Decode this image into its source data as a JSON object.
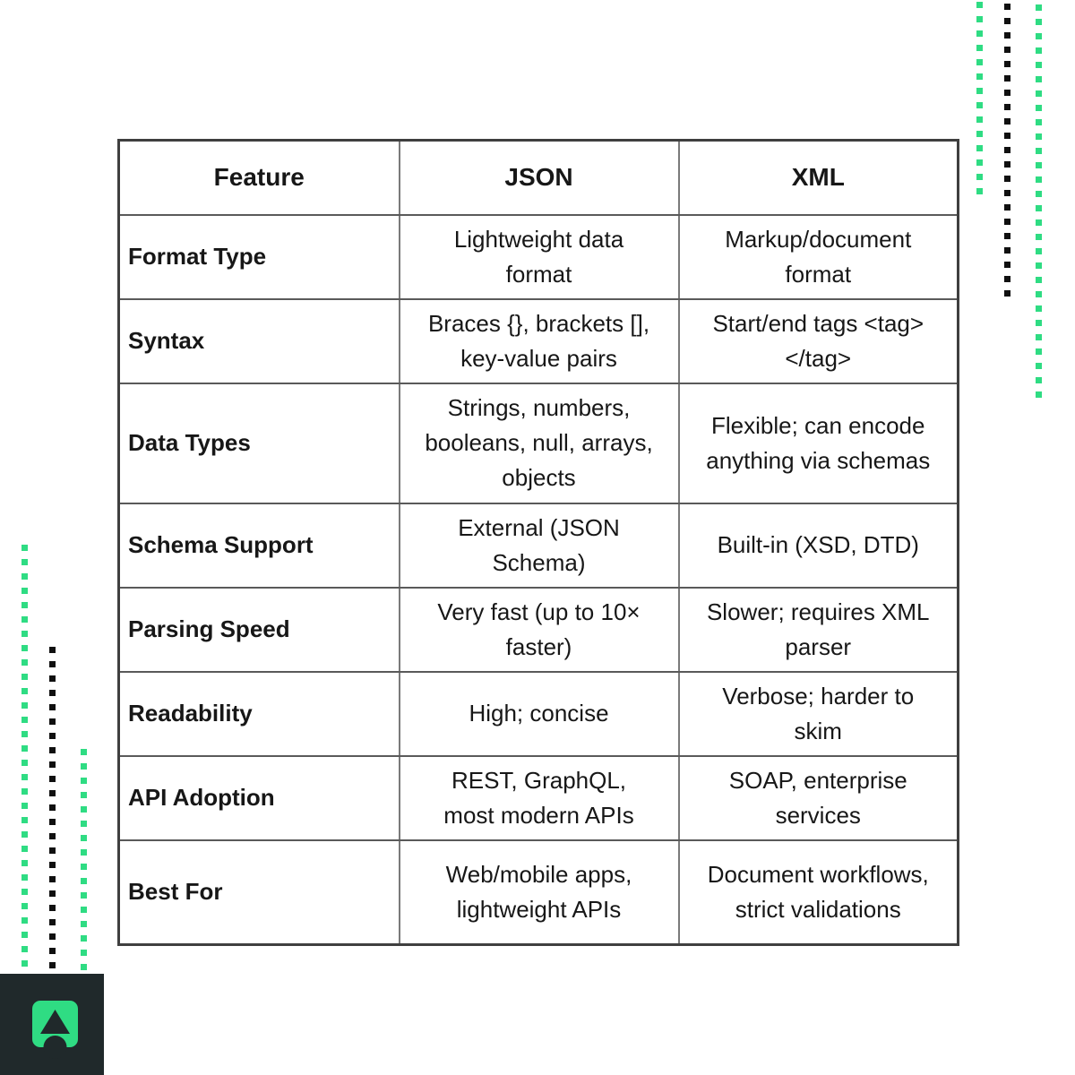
{
  "brand": {
    "accent_green": "#2fdc83",
    "dark_ink": "#20292b",
    "logo_icon": "arrow-up-badge-icon"
  },
  "chart_data": {
    "type": "table",
    "title": "",
    "columns": [
      "Feature",
      "JSON",
      "XML"
    ],
    "rows": [
      {
        "feature": "Format Type",
        "json": "Lightweight data format",
        "xml": "Markup/document format"
      },
      {
        "feature": "Syntax",
        "json": "Braces {}, brackets [], key-value pairs",
        "xml": "Start/end tags <tag> </tag>"
      },
      {
        "feature": "Data Types",
        "json": "Strings, numbers, booleans, null, arrays, objects",
        "xml": "Flexible; can encode anything via schemas"
      },
      {
        "feature": "Schema Support",
        "json": "External (JSON Schema)",
        "xml": "Built-in (XSD, DTD)"
      },
      {
        "feature": "Parsing Speed",
        "json": "Very fast (up to 10× faster)",
        "xml": "Slower; requires XML parser"
      },
      {
        "feature": "Readability",
        "json": "High; concise",
        "xml": "Verbose; harder to skim"
      },
      {
        "feature": "API Adoption",
        "json": "REST, GraphQL, most modern APIs",
        "xml": "SOAP, enterprise services"
      },
      {
        "feature": "Best For",
        "json": "Web/mobile apps, lightweight APIs",
        "xml": "Document workflows, strict validations"
      }
    ]
  }
}
